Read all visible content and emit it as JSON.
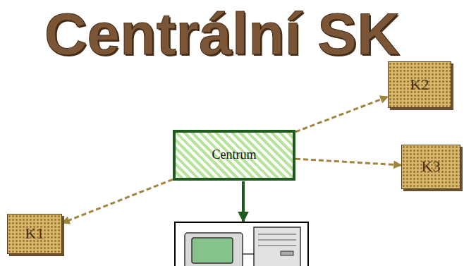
{
  "diagram": {
    "title": "Centrální SK",
    "nodes": [
      {
        "text": [
          "K2"
        ]
      },
      {
        "text": [
          "Centrum"
        ]
      },
      {
        "text": [
          "K3"
        ]
      },
      {
        "text": [
          "K1"
        ]
      }
    ],
    "edges": [
      {
        "from": 1,
        "to": 0,
        "arrow": "to"
      },
      {
        "from": 1,
        "to": 2,
        "arrow": "to"
      },
      {
        "from": 1,
        "to": 3,
        "arrow": "to"
      }
    ]
  }
}
